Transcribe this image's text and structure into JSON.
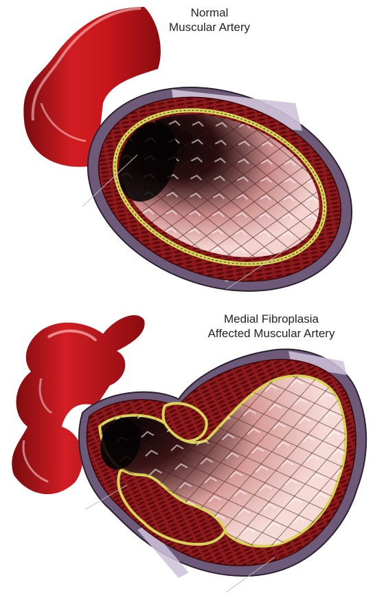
{
  "figures": [
    {
      "id": "normal",
      "title_lines": [
        "Normal",
        "Muscular Artery"
      ]
    },
    {
      "id": "fibroplasia",
      "title_lines": [
        "Medial Fibroplasia",
        "Affected Muscular Artery"
      ]
    }
  ],
  "colors": {
    "vessel_red": "#c8161b",
    "vessel_dark": "#7a0b0e",
    "adventitia": "#6c5a78",
    "adventitia_light": "#cfc2d8",
    "media_muscle": "#8e1a1d",
    "elastic_lamina": "#d8d45a",
    "intima_pink": "#f2c4c0",
    "lumen_dark": "#0a0506"
  }
}
